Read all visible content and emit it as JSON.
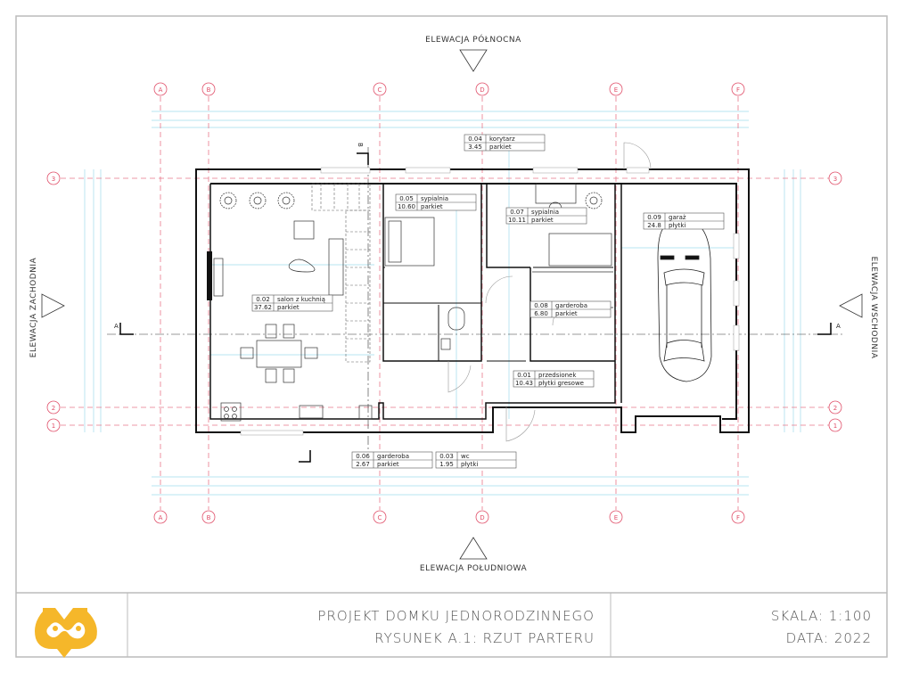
{
  "elevations": {
    "north": "ELEWACJA PÓŁNOCNA",
    "south": "ELEWACJA POŁUDNIOWA",
    "west": "ELEWACJA ZACHODNIA",
    "east": "ELEWACJA WSCHODNIA"
  },
  "axes": {
    "vertical": [
      "A",
      "B",
      "C",
      "D",
      "E",
      "F"
    ],
    "horizontal": [
      "3",
      "2",
      "1"
    ]
  },
  "sections": {
    "a": "A",
    "b": "B"
  },
  "rooms": [
    {
      "code": "0.04",
      "name": "korytarz",
      "area": "3.45",
      "floor": "parkiet"
    },
    {
      "code": "0.05",
      "name": "sypialnia",
      "area": "10.60",
      "floor": "parkiet"
    },
    {
      "code": "0.07",
      "name": "sypialnia",
      "area": "10.11",
      "floor": "parkiet"
    },
    {
      "code": "0.09",
      "name": "garaż",
      "area": "24.8",
      "floor": "płytki"
    },
    {
      "code": "0.02",
      "name": "salon z kuchnią",
      "area": "37.62",
      "floor": "parkiet"
    },
    {
      "code": "0.08",
      "name": "garderoba",
      "area": "6.80",
      "floor": "parkiet"
    },
    {
      "code": "0.01",
      "name": "przedsionek",
      "area": "10.43",
      "floor": "płytki gresowe"
    },
    {
      "code": "0.06",
      "name": "garderoba",
      "area": "2.67",
      "floor": "parkiet"
    },
    {
      "code": "0.03",
      "name": "wc",
      "area": "1.95",
      "floor": "płytki"
    }
  ],
  "title_block": {
    "project": "PROJEKT DOMKU JEDNORODZINNEGO",
    "drawing": "RYSUNEK A.1: RZUT PARTERU",
    "scale": "SKALA: 1:100",
    "date": "DATA: 2022",
    "logo_color": "#f5b72a"
  },
  "colors": {
    "axis": "#e0506a",
    "dimension": "#7fd3e6",
    "wall": "#111111"
  }
}
